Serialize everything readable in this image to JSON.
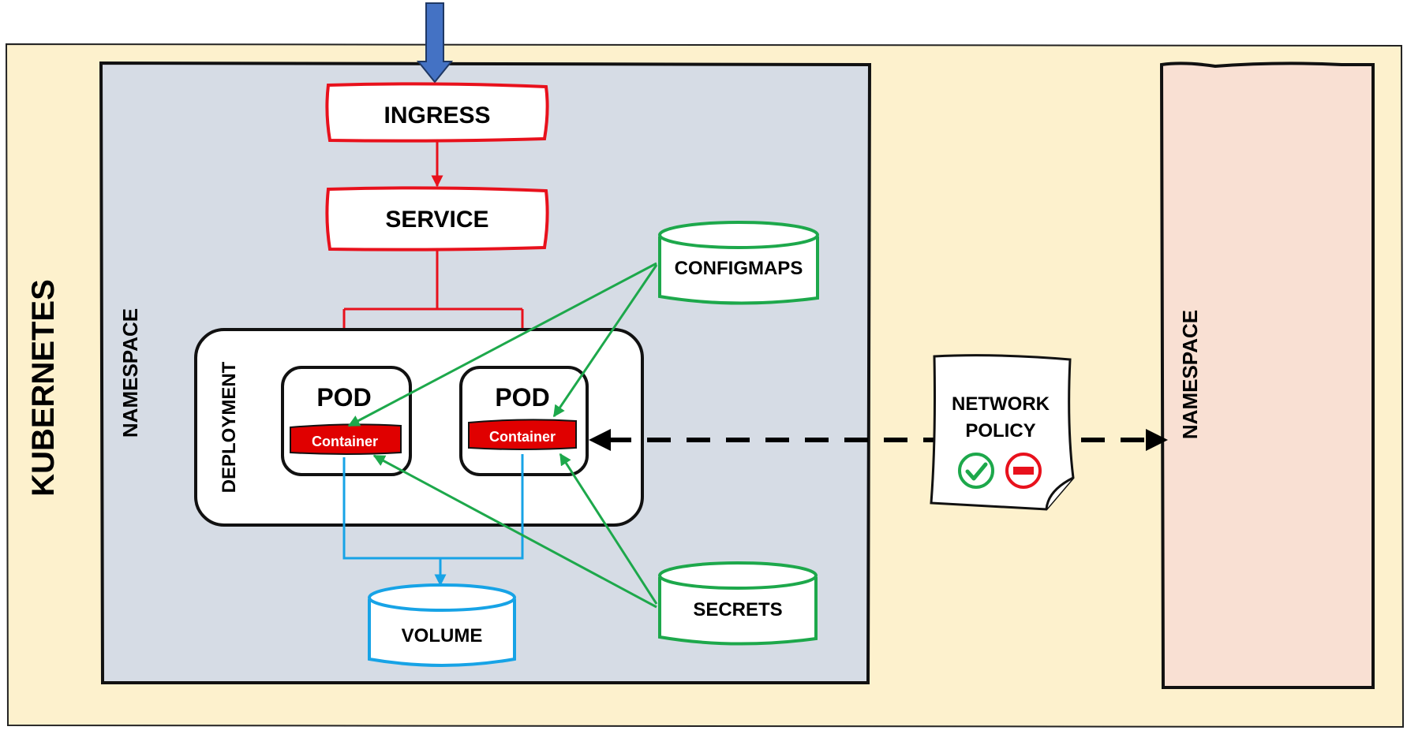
{
  "diagram": {
    "kubernetes_label": "KUBERNETES",
    "namespace_left_label": "NAMESPACE",
    "namespace_right_label": "NAMESPACE",
    "ingress_label": "INGRESS",
    "service_label": "SERVICE",
    "deployment_label": "DEPLOYMENT",
    "pods": [
      {
        "label": "POD",
        "container_label": "Container"
      },
      {
        "label": "POD",
        "container_label": "Container"
      }
    ],
    "configmaps_label": "CONFIGMAPS",
    "secrets_label": "SECRETS",
    "volume_label": "VOLUME",
    "network_policy_label_line1": "NETWORK",
    "network_policy_label_line2": "POLICY",
    "network_policy_icons": [
      "check-circle-icon",
      "no-entry-icon"
    ]
  },
  "colors": {
    "kubernetes_bg": "#FDF1CD",
    "namespace_left_bg": "#D6DCE5",
    "namespace_right_bg": "#F9E0D3",
    "red": "#E8111C",
    "green": "#1DA84B",
    "blue": "#17A3E6",
    "ingress_arrow": "#4472C4",
    "container_fill": "#E00000"
  }
}
